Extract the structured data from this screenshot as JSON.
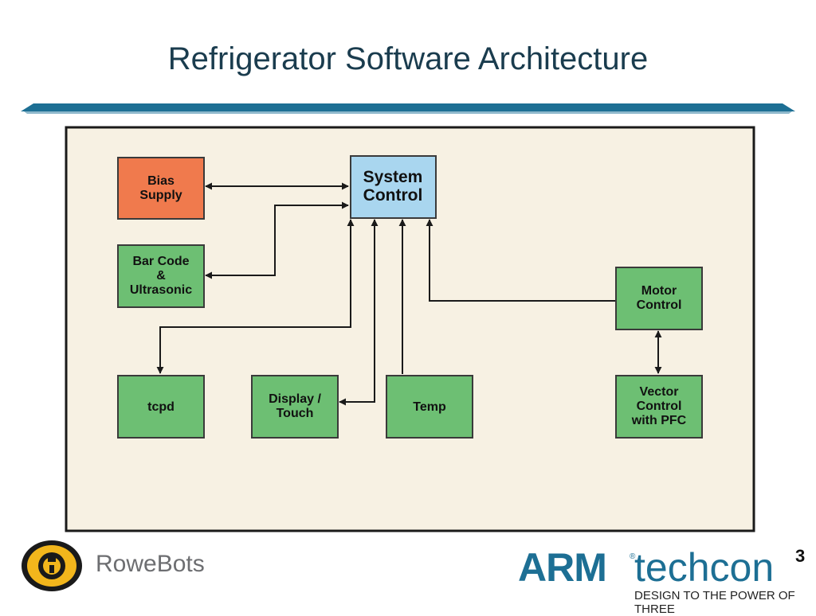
{
  "slide": {
    "title": "Refrigerator Software Architecture"
  },
  "diagram": {
    "nodes": {
      "bias_supply": [
        "Bias",
        "Supply"
      ],
      "system_control": [
        "System",
        "Control"
      ],
      "bar_code": [
        "Bar Code",
        "&",
        "Ultrasonic"
      ],
      "motor_control": [
        "Motor",
        "Control"
      ],
      "tcpd": [
        "tcpd"
      ],
      "display_touch": [
        "Display /",
        "Touch"
      ],
      "temp": [
        "Temp"
      ],
      "vector_control": [
        "Vector",
        "Control",
        "with PFC"
      ]
    }
  },
  "footer": {
    "company_name": "RoweBots",
    "event_brand_arm": "ARM",
    "event_brand_techcon": "techcon",
    "event_superscript": "3",
    "tagline": "DESIGN TO THE POWER OF THREE"
  },
  "colors": {
    "title": "#1a3c4e",
    "band": "#1d6f94",
    "panel_bg": "#f7f1e3",
    "bias_supply_fill": "#f07a4d",
    "system_control_fill": "#a9d6ef",
    "module_fill": "#6dbf73"
  },
  "icons": {
    "company_logo": "rowebots-logo-icon"
  }
}
